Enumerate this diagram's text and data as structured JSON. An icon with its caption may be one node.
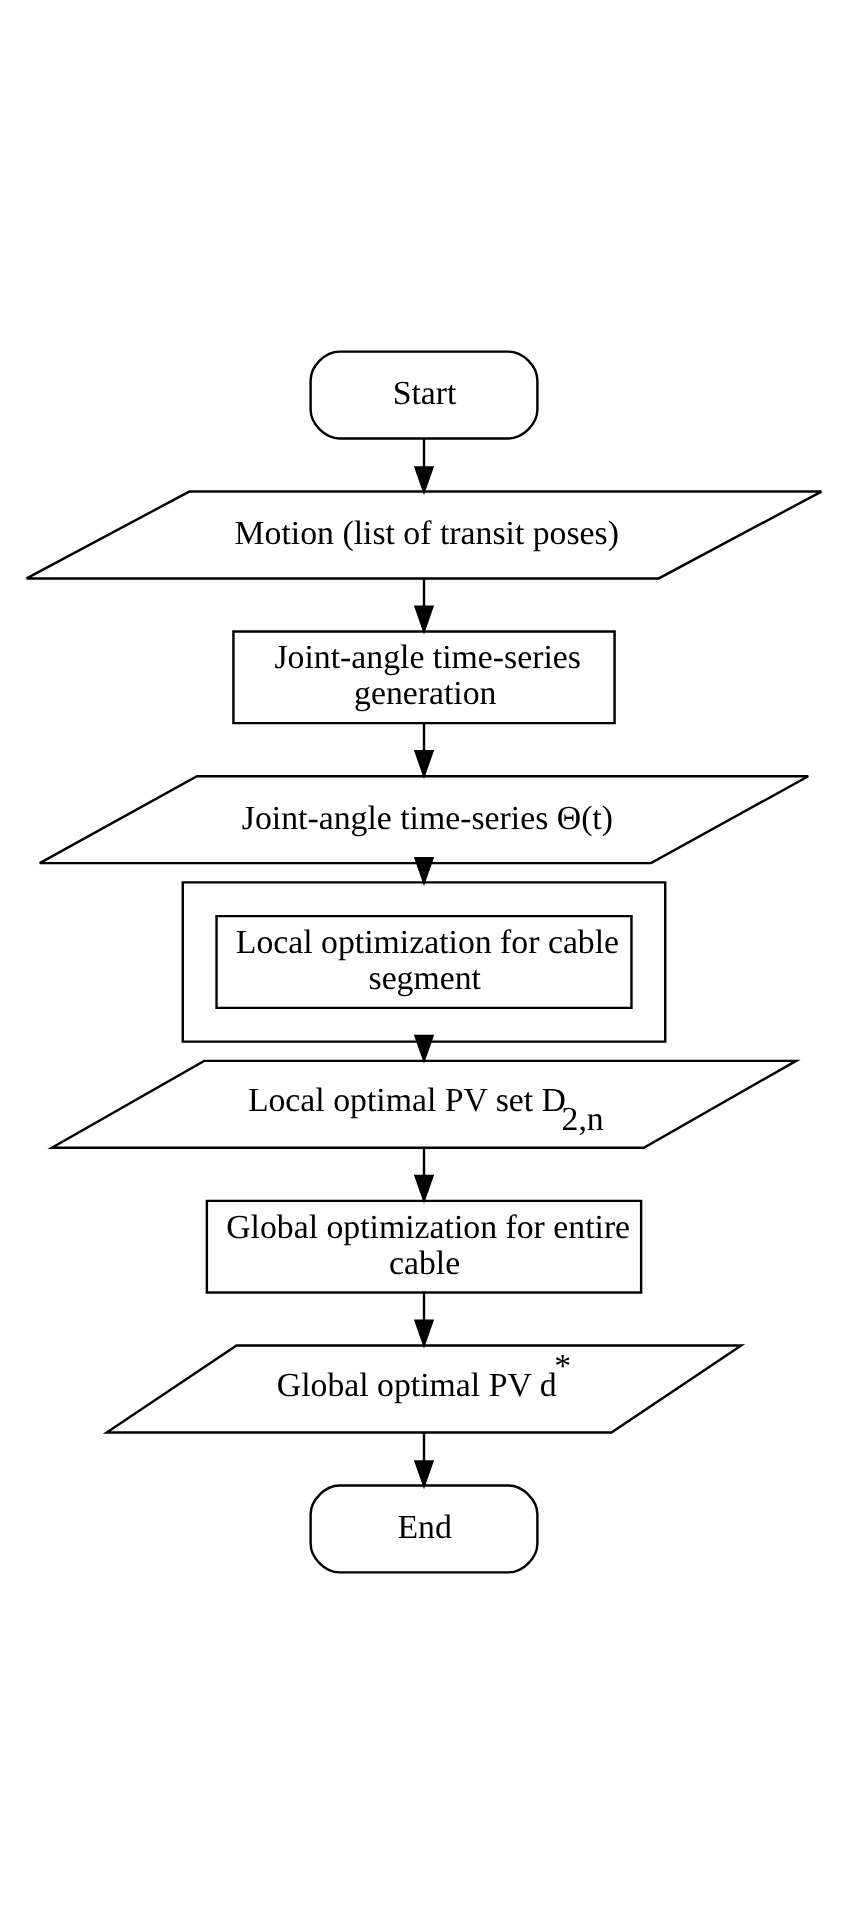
{
  "diagram": {
    "nodes": [
      {
        "text": [
          "Start"
        ]
      },
      {
        "text": [
          "Motion (list of transit poses)"
        ]
      },
      {
        "text": [
          "Joint-angle time-series generation"
        ]
      },
      {
        "text": [
          "Joint-angle time-series Θ(t)"
        ]
      },
      {
        "text": [],
        "shape": "box"
      },
      {
        "text": [
          "Local optimization for cable segment"
        ],
        "in": 4
      },
      {
        "text": [
          "Local optimal PV set D$_{2,n}$"
        ]
      },
      {
        "text": [
          "Global optimization for entire cable"
        ]
      },
      {
        "text": [
          "Global optimal PV d$^{*}$"
        ]
      },
      {
        "text": [
          "End"
        ]
      }
    ],
    "edges": [
      {
        "from": 0,
        "to": 1,
        "arrow": "to"
      },
      {
        "from": 1,
        "to": 2,
        "arrow": "to"
      },
      {
        "from": 2,
        "to": 3,
        "arrow": "to"
      },
      {
        "from": 3,
        "to": 4,
        "arrow": "to"
      },
      {
        "from": 4,
        "to": 6,
        "arrow": "to"
      },
      {
        "from": 6,
        "to": 7,
        "arrow": "to"
      },
      {
        "from": 7,
        "to": 8,
        "arrow": "to"
      },
      {
        "from": 8,
        "to": 9,
        "arrow": "to"
      }
    ]
  }
}
